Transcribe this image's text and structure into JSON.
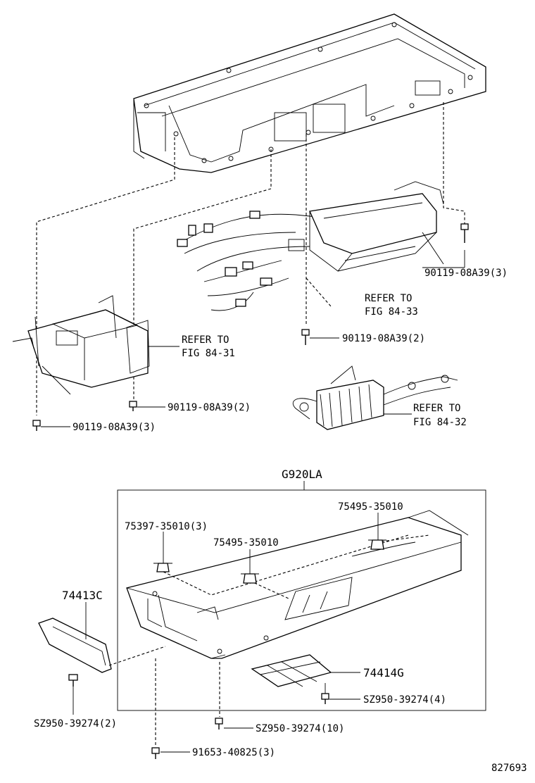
{
  "labels": {
    "bolt_upper_right": "90119-08A39(3)",
    "refer_84_33_line1": "REFER TO",
    "refer_84_33_line2": "FIG 84-33",
    "refer_84_31_line1": "REFER TO",
    "refer_84_31_line2": "FIG 84-31",
    "bolt_center": "90119-08A39(2)",
    "bolt_left_mid": "90119-08A39(2)",
    "bolt_left_low": "90119-08A39(3)",
    "refer_84_32_line1": "REFER TO",
    "refer_84_32_line2": "FIG 84-32",
    "assembly": "G920LA",
    "clip_left": "75397-35010(3)",
    "clip_mid": "75495-35010",
    "clip_right": "75495-35010",
    "cover_left": "74413C",
    "cover_plate": "74414G",
    "screw_plate": "SZ950-39274(4)",
    "screw_center": "SZ950-39274(10)",
    "screw_left": "SZ950-39274(2)",
    "bolt_bottom": "91653-40825(3)",
    "drawing_number": "827693"
  }
}
